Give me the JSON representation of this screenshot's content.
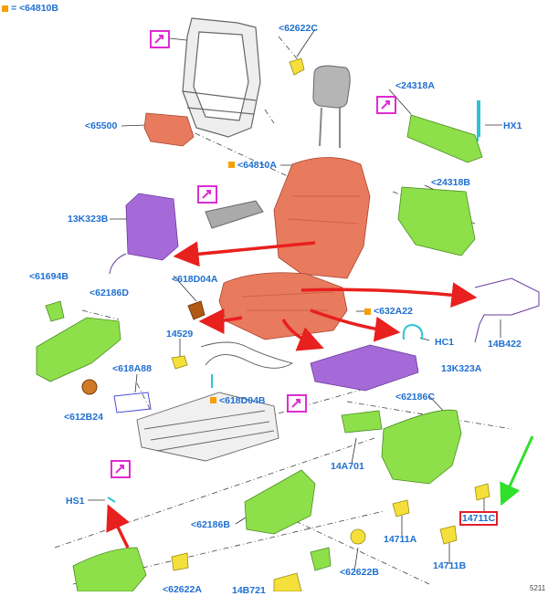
{
  "legend": {
    "text": "= <64810B",
    "color": "#f5a000"
  },
  "labels": {
    "l62622C_top": "<62622C",
    "l65500": "<65500",
    "l64810A": "<64810A",
    "l24318A": "<24318A",
    "lHX1": "HX1",
    "l24318B": "<24318B",
    "l13K323B": "13K323B",
    "l618D04A": "<618D04A",
    "l61694B": "<61694B",
    "l62186D": "<62186D",
    "l632A22": "<632A22",
    "l14529": "14529",
    "lHC1": "HC1",
    "l14B422": "14B422",
    "l618A88": "<618A88",
    "l13K323A": "13K323A",
    "l612B24": "<612B24",
    "l618D04B": "<618D04B",
    "l62186C": "<62186C",
    "l14A701": "14A701",
    "lHS1": "HS1",
    "l62186B": "<62186B",
    "l14711A": "14711A",
    "l14711C": "14711C",
    "l14711B": "14711B",
    "l62622B": "<62622B",
    "l62622A": "<62622A",
    "l14B721": "14B721"
  },
  "corner_ref": "5211",
  "colors": {
    "label": "#1f6fd1",
    "callout_border": "#e0202c",
    "magnifier": "#e02bd0",
    "arrow_red": "#e8201e",
    "arrow_green": "#2fe02a",
    "leather": "#e87a5e",
    "green_part": "#8ee04a",
    "purple_part": "#a66ad8",
    "yellow_part": "#f5df3a"
  },
  "icons": [
    "magnifier-icon",
    "arrow-icon"
  ]
}
